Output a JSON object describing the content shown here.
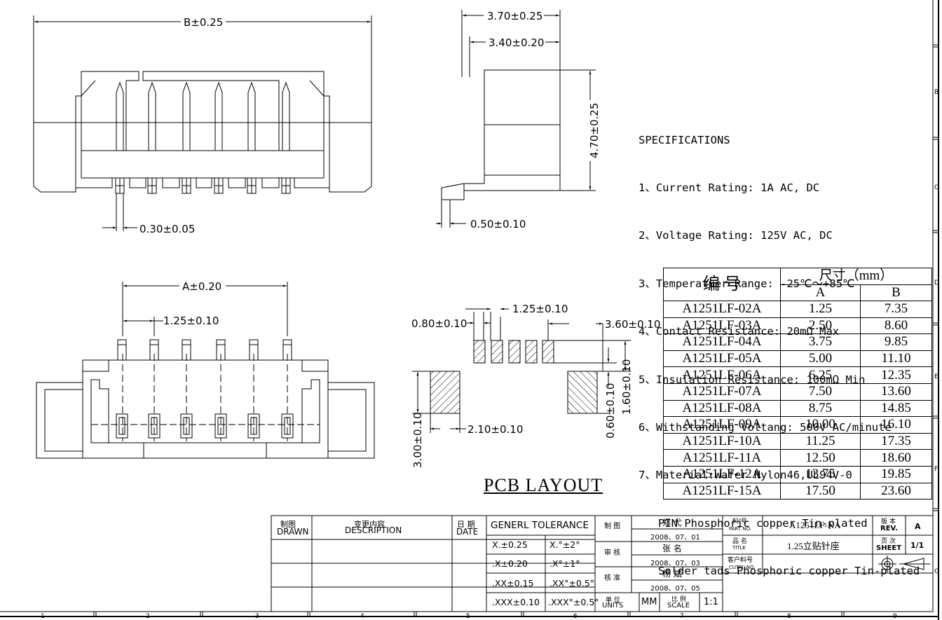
{
  "drawing": {
    "top_view": {
      "dim_b": "B±0.25",
      "dim_pin_width": "0.30±0.05"
    },
    "side_view": {
      "dim_depth_outer": "3.70±0.25",
      "dim_depth_inner": "3.40±0.20",
      "dim_height": "4.70±0.25",
      "dim_foot": "0.50±0.10"
    },
    "bottom_view": {
      "dim_a": "A±0.20",
      "dim_pitch": "1.25±0.10"
    },
    "pcb_layout": {
      "title": "PCB LAYOUT",
      "dim_pitch": "1.25±0.10",
      "dim_pad_width": "0.80±0.10",
      "dim_offset": "3.60±0.10",
      "dim_pad_len": "1.60±0.10",
      "dim_gap": "0.60±0.10",
      "dim_solder_h": "3.00±0.10",
      "dim_solder_w": "2.10±0.10"
    }
  },
  "specifications": {
    "title": "SPECIFICATIONS",
    "lines": [
      "1、Current Rating: 1A AC, DC",
      "2、Voltage Rating: 125V AC, DC",
      "3、Temperatuer Range: -25℃～+85℃",
      "4、Contact Resistance: 20mΩ Max",
      "5、Insulation Resistance: 100mΩ Min",
      "6、Withstanding Voltang: 500V AC/minute",
      "7、Material:Wafer Nylon46,UL94V-0",
      "   PIN Phosphoric copper Tin-plated",
      "   Solder tads Phosphoric copper Tin-plated"
    ]
  },
  "parts_table": {
    "header_part": "编  号",
    "header_size": "尺寸（mm）",
    "col_a": "A",
    "col_b": "B",
    "rows": [
      {
        "part": "A1251LF-02A",
        "a": "1.25",
        "b": "7.35"
      },
      {
        "part": "A1251LF-03A",
        "a": "2.50",
        "b": "8.60"
      },
      {
        "part": "A1251LF-04A",
        "a": "3.75",
        "b": "9.85"
      },
      {
        "part": "A1251LF-05A",
        "a": "5.00",
        "b": "11.10"
      },
      {
        "part": "A1251LF-06A",
        "a": "6.25",
        "b": "12.35"
      },
      {
        "part": "A1251LF-07A",
        "a": "7.50",
        "b": "13.60"
      },
      {
        "part": "A1251LF-08A",
        "a": "8.75",
        "b": "14.85"
      },
      {
        "part": "A1251LF-09A",
        "a": "10.00",
        "b": "16.10"
      },
      {
        "part": "A1251LF-10A",
        "a": "11.25",
        "b": "17.35"
      },
      {
        "part": "A1251LF-11A",
        "a": "12.50",
        "b": "18.60"
      },
      {
        "part": "A1251LF-12A",
        "a": "13.75",
        "b": "19.85"
      },
      {
        "part": "A1251LF-15A",
        "a": "17.50",
        "b": "23.60"
      }
    ]
  },
  "title_block": {
    "drawn_cn": "制图",
    "drawn_en": "DRAWN",
    "desc_cn": "变更内容",
    "desc_en": "DESCRIPTION",
    "date_cn": "日 期",
    "date_en": "DATE",
    "tolerance_title": "GENERL TOLERANCE",
    "tolerances": [
      {
        "linear": "X.±0.25",
        "angular": "X.°±2°"
      },
      {
        "linear": ".X±0.20",
        "angular": ".X°±1°"
      },
      {
        "linear": ".XX±0.15",
        "angular": ".XX°±0.5°"
      },
      {
        "linear": ".XXX±0.10",
        "angular": ".XXX°±0.5°"
      }
    ],
    "roles": [
      {
        "role": "制 图",
        "name": "郑 弋",
        "date": "2008、07、01"
      },
      {
        "role": "审 核",
        "name": "张 名",
        "date": "2008、07、03"
      },
      {
        "role": "核 准",
        "name": "杨 斌",
        "date": "2008、07、05"
      }
    ],
    "units_cn": "单 位",
    "units_en": "UNITS",
    "units_value": "MM",
    "scale_cn": "比 例",
    "scale_en": "SCALE",
    "scale_value": "1:1",
    "part_no_cn": "料 号",
    "part_no_en": "PART NO.",
    "part_no_value": "A1251LF-NA",
    "title_cn": "品 名",
    "title_en": "TITLE",
    "title_value": "1.25立贴针座",
    "cust_cn": "客户料号",
    "cust_en": "CUTM. NO.",
    "rev_cn": "版 本",
    "rev_en": "REV.",
    "rev_value": "A",
    "sheet_cn": "页 次",
    "sheet_en": "SHEET",
    "sheet_value": "1/1"
  },
  "frame": {
    "zones_bottom": [
      "1",
      "2",
      "3",
      "4",
      "5",
      "6",
      "7",
      "8",
      "9"
    ],
    "zones_right": [
      "B",
      "C",
      "D",
      "E",
      "F",
      "G"
    ]
  }
}
